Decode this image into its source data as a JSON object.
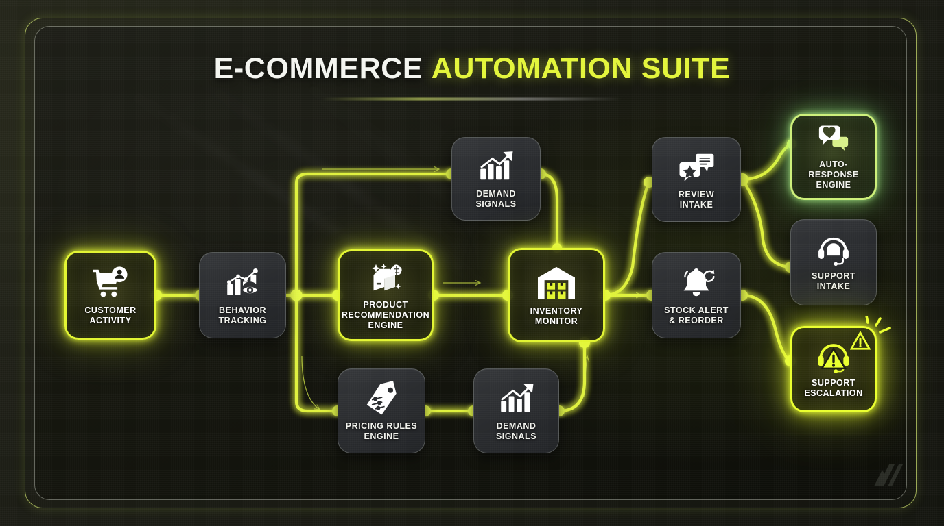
{
  "title": {
    "part1": "E-COMMERCE",
    "part2": "AUTOMATION SUITE"
  },
  "colors": {
    "accent_yellow": "#e2f531",
    "accent_mint": "#cdf07a",
    "alert_yellow": "#eaff2e",
    "card_dark": "#2b2d30",
    "text_white": "#f2f3ee",
    "background": "#14150f"
  },
  "nodes": [
    {
      "id": "customer-activity",
      "label": "CUSTOMER\nACTIVITY",
      "icon": "cart-user-icon",
      "style": "glow"
    },
    {
      "id": "behavior-tracking",
      "label": "BEHAVIOR\nTRACKING",
      "icon": "chart-eye-icon",
      "style": "dark"
    },
    {
      "id": "demand-signals-top",
      "label": "DEMAND\nSIGNALS",
      "icon": "growth-chart-icon",
      "style": "dark"
    },
    {
      "id": "product-recommendation-engine",
      "label": "PRODUCT\nRECOMMENDATION\nENGINE",
      "icon": "box-brain-icon",
      "style": "glow"
    },
    {
      "id": "inventory-monitor",
      "label": "INVENTORY\nMONITOR",
      "icon": "warehouse-icon",
      "style": "glow"
    },
    {
      "id": "pricing-rules-engine",
      "label": "PRICING RULES\nENGINE",
      "icon": "price-tag-icon",
      "style": "dark"
    },
    {
      "id": "demand-signals-bottom",
      "label": "DEMAND\nSIGNALS",
      "icon": "growth-chart-icon",
      "style": "dark"
    },
    {
      "id": "review-intake",
      "label": "REVIEW\nINTAKE",
      "icon": "review-chat-icon",
      "style": "dark"
    },
    {
      "id": "stock-alert-reorder",
      "label": "STOCK ALERT\n& REORDER",
      "icon": "bell-refresh-icon",
      "style": "dark"
    },
    {
      "id": "auto-response-engine",
      "label": "AUTO-RESPONSE\nENGINE",
      "icon": "heart-chat-icon",
      "style": "glow-mint"
    },
    {
      "id": "support-intake",
      "label": "SUPPORT\nINTAKE",
      "icon": "headset-icon",
      "style": "dark"
    },
    {
      "id": "support-escalation",
      "label": "SUPPORT\nESCALATION",
      "icon": "headset-warning-icon",
      "style": "glow-alert",
      "badge": "warning-triangle-icon"
    }
  ],
  "connections": [
    {
      "from": "customer-activity",
      "to": "behavior-tracking"
    },
    {
      "from": "behavior-tracking",
      "to": "demand-signals-top"
    },
    {
      "from": "behavior-tracking",
      "to": "product-recommendation-engine"
    },
    {
      "from": "behavior-tracking",
      "to": "pricing-rules-engine"
    },
    {
      "from": "product-recommendation-engine",
      "to": "inventory-monitor"
    },
    {
      "from": "demand-signals-top",
      "to": "inventory-monitor"
    },
    {
      "from": "pricing-rules-engine",
      "to": "demand-signals-bottom"
    },
    {
      "from": "demand-signals-bottom",
      "to": "inventory-monitor"
    },
    {
      "from": "inventory-monitor",
      "to": "review-intake"
    },
    {
      "from": "inventory-monitor",
      "to": "stock-alert-reorder"
    },
    {
      "from": "review-intake",
      "to": "auto-response-engine"
    },
    {
      "from": "review-intake",
      "to": "support-intake"
    },
    {
      "from": "stock-alert-reorder",
      "to": "support-escalation"
    }
  ],
  "watermark": "brand-logo-watermark"
}
